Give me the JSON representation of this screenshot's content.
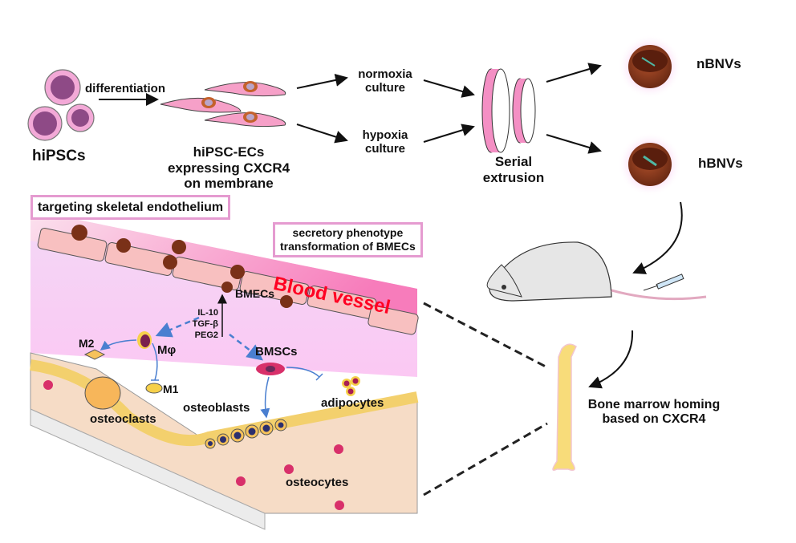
{
  "workflow": {
    "hipscs_label": "hiPSCs",
    "differentiation_label": "differentiation",
    "hipsc_ecs_label_line1": "hiPSC-ECs",
    "hipsc_ecs_label_line2": "expressing CXCR4",
    "hipsc_ecs_label_line3": "on membrane",
    "normoxia_line1": "normoxia",
    "normoxia_line2": "culture",
    "hypoxia_line1": "hypoxia",
    "hypoxia_line2": "culture",
    "extrusion_line1": "Serial",
    "extrusion_line2": "extrusion",
    "nbnvs_label": "nBNVs",
    "hbnvs_label": "hBNVs",
    "homing_line1": "Bone marrow homing",
    "homing_line2": "based on CXCR4"
  },
  "bone_panel": {
    "targeting_box": "targeting skeletal endothelium",
    "secretory_box_line1": "secretory phenotype",
    "secretory_box_line2": "transformation of BMECs",
    "blood_vessel_label": "Blood vessel",
    "bmecs_label": "BMECs",
    "cytokines": [
      "IL-10",
      "TGF-β",
      "PEG2"
    ],
    "macrophage_label": "Mφ",
    "m1_label": "M1",
    "m2_label": "M2",
    "bmscs_label": "BMSCs",
    "osteoclasts_label": "osteoclasts",
    "osteoblasts_label": "osteoblasts",
    "adipocytes_label": "adipocytes",
    "osteocytes_label": "osteocytes"
  },
  "colors": {
    "pink_border": "#e59bd0",
    "blood_vessel_red": "#ff0022",
    "nanovesicle_brown": "#8a3a1e",
    "bone_yellow": "#f8dc7a",
    "arrow_blue": "#4a7fd0"
  }
}
